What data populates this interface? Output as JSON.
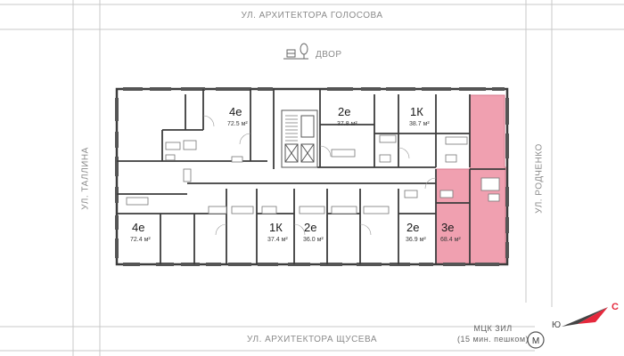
{
  "streets": {
    "top": "УЛ. АРХИТЕКТОРА ГОЛОСОВА",
    "bottom": "УЛ. АРХИТЕКТОРА ЩУСЕВА",
    "left": "УЛ. ТАЛЛИНА",
    "right": "УЛ. РОДЧЕНКО"
  },
  "courtyard": {
    "label": "ДВОР",
    "icon": "courtyard-icon"
  },
  "metro": {
    "line1": "МЦК ЗИЛ",
    "line2": "(15 мин. пешком)",
    "icon": "metro-icon",
    "letter": "М"
  },
  "compass": {
    "north": "С",
    "south": "Ю",
    "icon": "compass-icon"
  },
  "area_unit": "м²",
  "colors": {
    "highlight": "#f0a0b0",
    "highlight_stroke": "#d77a8e",
    "wall": "#3c3c3c",
    "grid": "#c8c8c8",
    "accent_red": "#e5283c"
  },
  "apartments": [
    {
      "id": "apt-4e-top",
      "type": "4е",
      "area": "72.5",
      "selected": false
    },
    {
      "id": "apt-2e-top",
      "type": "2е",
      "area": "37.8",
      "selected": false
    },
    {
      "id": "apt-1k-top",
      "type": "1К",
      "area": "38.7",
      "selected": false
    },
    {
      "id": "apt-4e-left",
      "type": "4е",
      "area": "72.4",
      "selected": false
    },
    {
      "id": "apt-1k-bottom",
      "type": "1К",
      "area": "37.4",
      "selected": false
    },
    {
      "id": "apt-2e-bottom-a",
      "type": "2е",
      "area": "36.0",
      "selected": false
    },
    {
      "id": "apt-2e-bottom-b",
      "type": "2е",
      "area": "36.9",
      "selected": false
    },
    {
      "id": "apt-3e",
      "type": "3е",
      "area": "68.4",
      "selected": true
    }
  ]
}
